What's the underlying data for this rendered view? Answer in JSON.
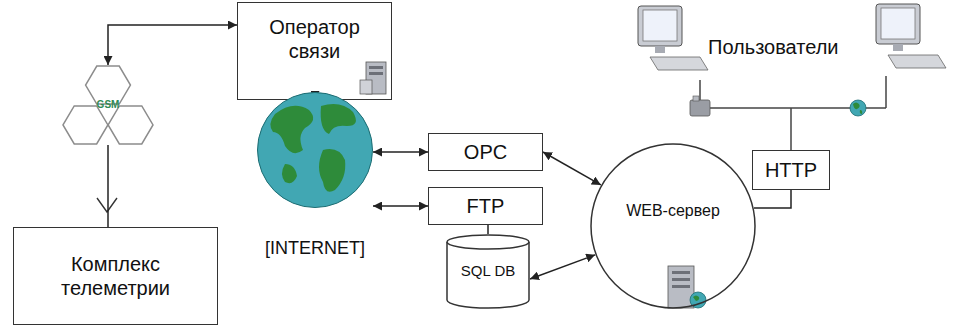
{
  "diagram": {
    "nodes": [
      {
        "text": [
          "Оператор связи"
        ]
      },
      {
        "text": [
          "GSM"
        ]
      },
      {
        "text": [
          "[INTERNET]"
        ]
      },
      {
        "text": [
          "OPC"
        ]
      },
      {
        "text": [
          "FTP"
        ]
      },
      {
        "text": [
          "SQL DB"
        ]
      },
      {
        "text": [
          "WEB-сервер"
        ]
      },
      {
        "text": [
          "HTTP"
        ]
      },
      {
        "text": [
          "Комплекс телеметрии"
        ]
      }
    ],
    "edges": [
      {
        "from": 1,
        "to": 0,
        "arrow": "both"
      },
      {
        "from": 0,
        "to": 2,
        "arrow": "both"
      },
      {
        "from": 2,
        "to": 3,
        "arrow": "both"
      },
      {
        "from": 2,
        "to": 4,
        "arrow": "both"
      },
      {
        "from": 3,
        "to": 6,
        "arrow": "both"
      },
      {
        "from": 4,
        "to": 5,
        "arrow": "none"
      },
      {
        "from": 5,
        "to": 6,
        "arrow": "both"
      },
      {
        "from": 6,
        "to": 7,
        "arrow": "none"
      },
      {
        "from": 8,
        "to": 1,
        "arrow": "none"
      }
    ],
    "labels": [
      "Пользователи"
    ]
  }
}
